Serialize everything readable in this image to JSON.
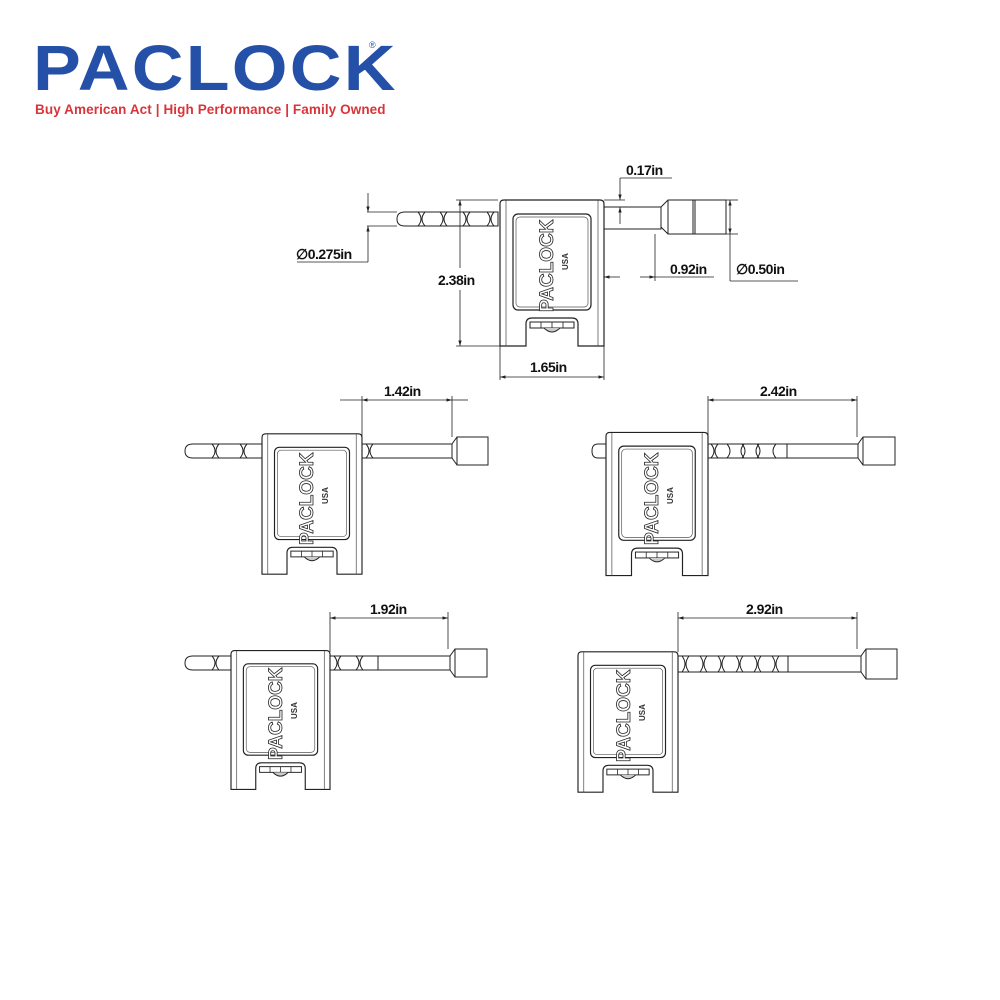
{
  "brand": {
    "name": "PACLOCK",
    "registered_mark": "®",
    "tagline": "Buy American Act | High Performance | Family Owned",
    "colors": {
      "primary_blue": "#2550a8",
      "tagline_red": "#d9343a",
      "line": "#222222"
    }
  },
  "lock_body_marking": {
    "brand": "PACLOCK",
    "origin": "USA"
  },
  "main_view": {
    "dimensions": {
      "small_shackle_diameter": "∅0.275in",
      "body_height": "2.38in",
      "body_width": "1.65in",
      "shackle_offset": "0.17in",
      "shackle_reach": "0.92in",
      "large_shackle_diameter": "∅0.50in"
    }
  },
  "variants": [
    {
      "id": "variant-1",
      "shackle_length": "1.42in"
    },
    {
      "id": "variant-2",
      "shackle_length": "2.42in"
    },
    {
      "id": "variant-3",
      "shackle_length": "1.92in"
    },
    {
      "id": "variant-4",
      "shackle_length": "2.92in"
    }
  ]
}
